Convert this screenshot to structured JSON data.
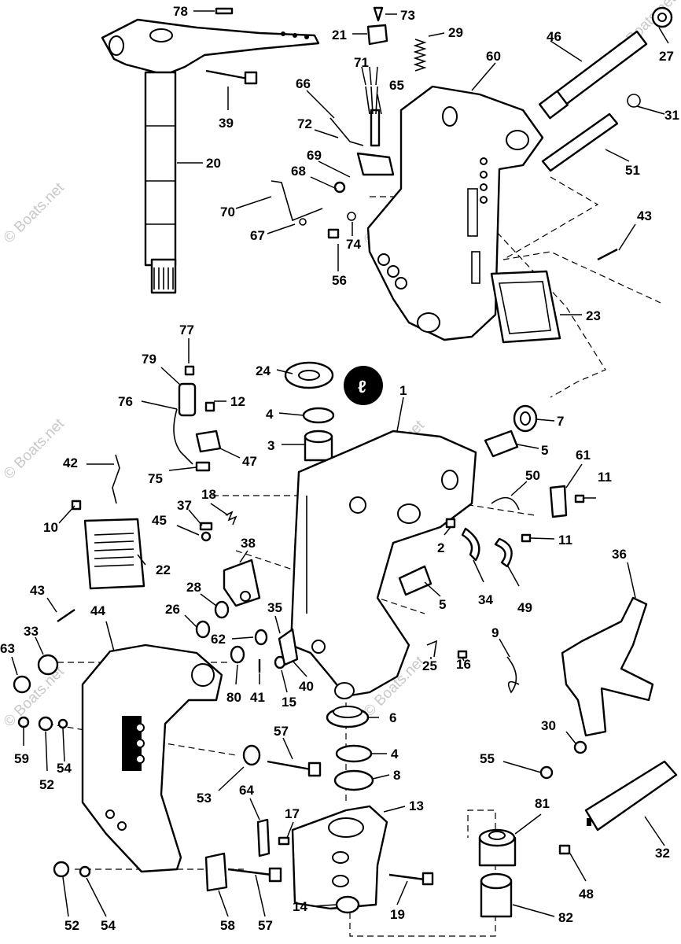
{
  "watermark": "© Boats.net",
  "badge": "ℓ",
  "callouts": {
    "c78": "78",
    "c73": "73",
    "c21": "21",
    "c29": "29",
    "c46": "46",
    "c27": "27",
    "c71": "71",
    "c66": "66",
    "c65": "65",
    "c60": "60",
    "c31": "31",
    "c39": "39",
    "c72": "72",
    "c20": "20",
    "c69": "69",
    "c68": "68",
    "c51": "51",
    "c70": "70",
    "c43a": "43",
    "c67": "67",
    "c74": "74",
    "c56": "56",
    "c23": "23",
    "c77": "77",
    "c79": "79",
    "c24": "24",
    "c1": "1",
    "c76": "76",
    "c12": "12",
    "c4a": "4",
    "c7": "7",
    "c3": "3",
    "c5a": "5",
    "c47": "47",
    "c61": "61",
    "c42": "42",
    "c50": "50",
    "c11a": "11",
    "c75": "75",
    "c18": "18",
    "c37": "37",
    "c45": "45",
    "c10": "10",
    "c22": "22",
    "c2": "2",
    "c11b": "11",
    "c38": "38",
    "c36": "36",
    "c43b": "43",
    "c28": "28",
    "c5b": "5",
    "c34": "34",
    "c49": "49",
    "c26": "26",
    "c35": "35",
    "c44": "44",
    "c33": "33",
    "c62": "62",
    "c9": "9",
    "c25": "25",
    "c16": "16",
    "c63": "63",
    "c80": "80",
    "c41": "41",
    "c15": "15",
    "c40": "40",
    "c6": "6",
    "c30": "30",
    "c59": "59",
    "c52a": "52",
    "c54a": "54",
    "c57a": "57",
    "c4b": "4",
    "c55": "55",
    "c8": "8",
    "c53": "53",
    "c64": "64",
    "c13": "13",
    "c81": "81",
    "c17": "17",
    "c32": "32",
    "c48": "48",
    "c52b": "52",
    "c54b": "54",
    "c58": "58",
    "c57b": "57",
    "c14": "14",
    "c19": "19",
    "c82": "82"
  }
}
